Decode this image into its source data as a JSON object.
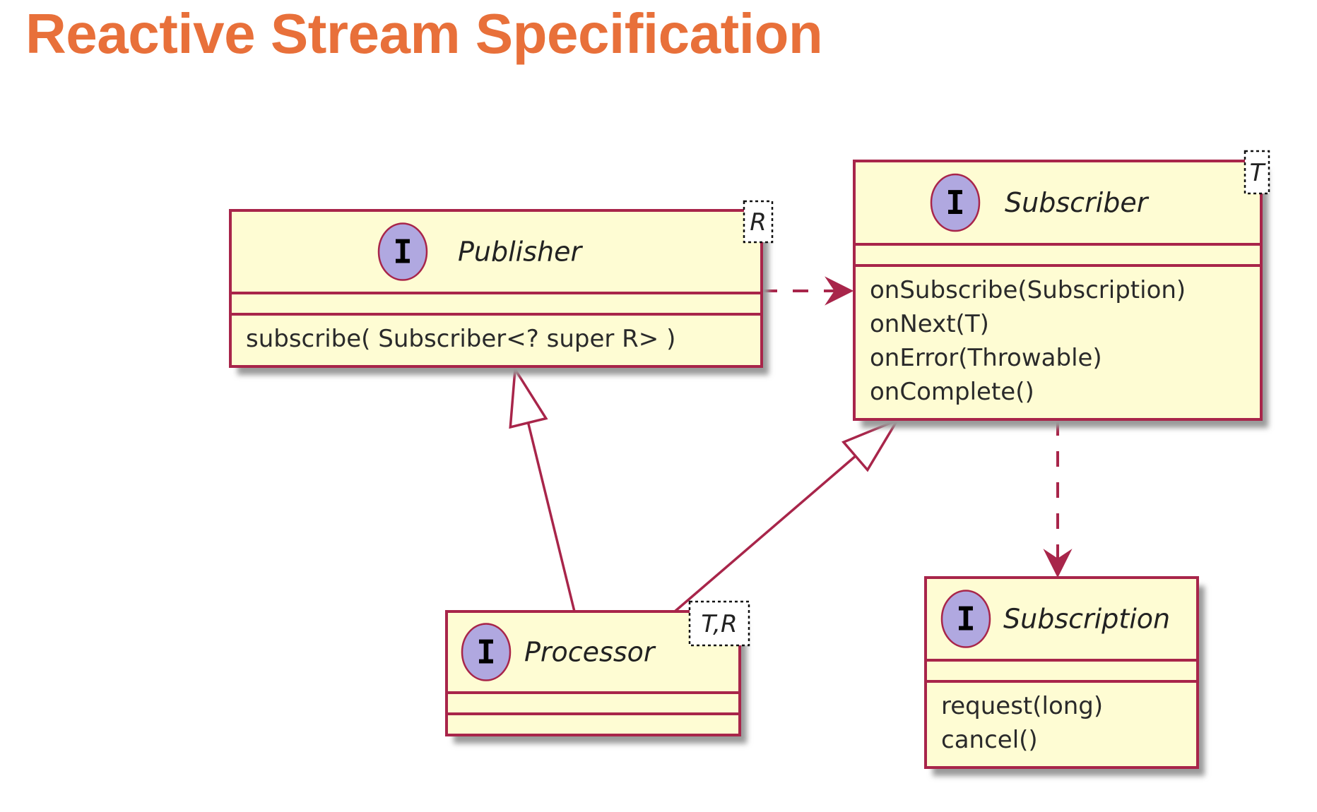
{
  "title": "Reactive Stream Specification",
  "colors": {
    "title": "#E8703A",
    "box_fill": "#FEFCD3",
    "border": "#A8254A",
    "interface_badge": "#B0A8E0",
    "shadow": "#9a9a9a"
  },
  "diagram": {
    "type": "UML class diagram",
    "interfaces": [
      {
        "id": "publisher",
        "name": "Publisher",
        "stereotype_glyph": "I",
        "type_params": "R",
        "fields": [],
        "methods": [
          "subscribe( Subscriber<? super R> )"
        ]
      },
      {
        "id": "subscriber",
        "name": "Subscriber",
        "stereotype_glyph": "I",
        "type_params": "T",
        "fields": [],
        "methods": [
          "onSubscribe(Subscription)",
          "onNext(T)",
          "onError(Throwable)",
          "onComplete()"
        ]
      },
      {
        "id": "processor",
        "name": "Processor",
        "stereotype_glyph": "I",
        "type_params": "T,R",
        "fields": [],
        "methods": []
      },
      {
        "id": "subscription",
        "name": "Subscription",
        "stereotype_glyph": "I",
        "type_params": "",
        "fields": [],
        "methods": [
          "request(long)",
          "cancel()"
        ]
      }
    ],
    "relations": [
      {
        "from": "publisher",
        "to": "subscriber",
        "kind": "dependency",
        "style": "dashed"
      },
      {
        "from": "subscriber",
        "to": "subscription",
        "kind": "dependency",
        "style": "dashed"
      },
      {
        "from": "processor",
        "to": "publisher",
        "kind": "extends",
        "style": "solid"
      },
      {
        "from": "processor",
        "to": "subscriber",
        "kind": "extends",
        "style": "solid"
      }
    ]
  }
}
